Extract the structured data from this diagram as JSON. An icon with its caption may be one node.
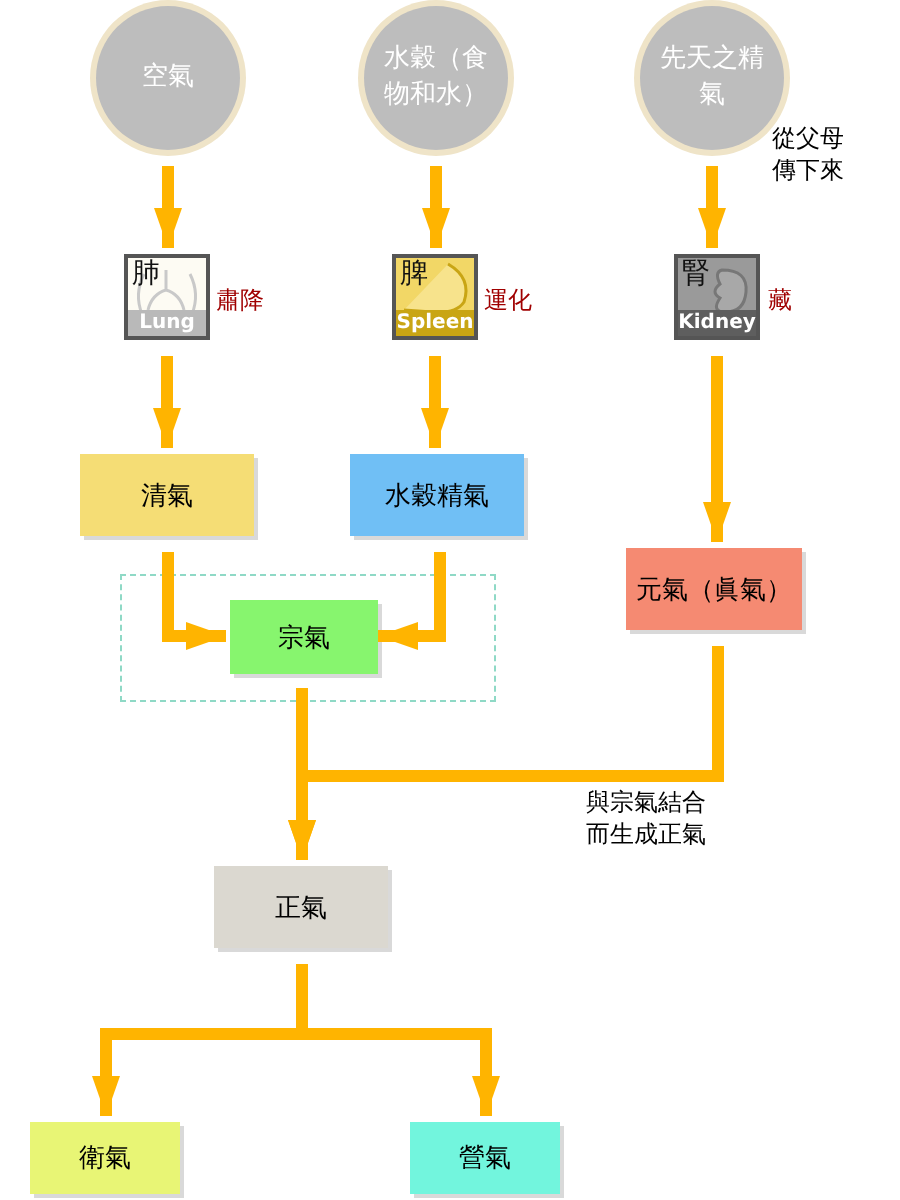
{
  "diagram": {
    "nodes": [
      {
        "text": [
          "空氣"
        ]
      },
      {
        "text": [
          "水穀（食物和水）"
        ]
      },
      {
        "text": [
          "先天之精氣"
        ],
        "beside": [
          "從父母傳下來"
        ]
      },
      {
        "text": [
          "肺",
          "Lung"
        ],
        "beside": [
          "肅降"
        ]
      },
      {
        "text": [
          "脾",
          "Spleen"
        ],
        "beside": [
          "運化"
        ]
      },
      {
        "text": [
          "腎",
          "Kidney"
        ],
        "beside": [
          "藏"
        ]
      },
      {
        "text": [
          "清氣"
        ]
      },
      {
        "text": [
          "水穀精氣"
        ]
      },
      {
        "text": [
          "元氣（眞氣）"
        ]
      },
      {
        "text": [],
        "shape": "box"
      },
      {
        "text": [
          "宗氣"
        ],
        "in": 9
      },
      {
        "text": [
          "正氣"
        ]
      },
      {
        "text": [
          "衛氣"
        ]
      },
      {
        "text": [
          "營氣"
        ]
      }
    ],
    "edges": [
      {
        "from": 0,
        "to": 3,
        "arrow": "to"
      },
      {
        "from": 1,
        "to": 4,
        "arrow": "to"
      },
      {
        "from": 2,
        "to": 5,
        "arrow": "to"
      },
      {
        "from": 3,
        "to": 6,
        "arrow": "to"
      },
      {
        "from": 4,
        "to": 7,
        "arrow": "to"
      },
      {
        "from": 5,
        "to": 8,
        "arrow": "to"
      },
      {
        "from": 6,
        "to": 10,
        "arrow": "to"
      },
      {
        "from": 7,
        "to": 10,
        "arrow": "to"
      },
      {
        "from": 10,
        "to": 11,
        "arrow": "to"
      },
      {
        "from": 8,
        "to": 11,
        "arrow": "to",
        "label": "與宗氣結合而生成正氣"
      },
      {
        "from": 11,
        "to": 12,
        "arrow": "to"
      },
      {
        "from": 11,
        "to": 13,
        "arrow": "to"
      }
    ]
  }
}
